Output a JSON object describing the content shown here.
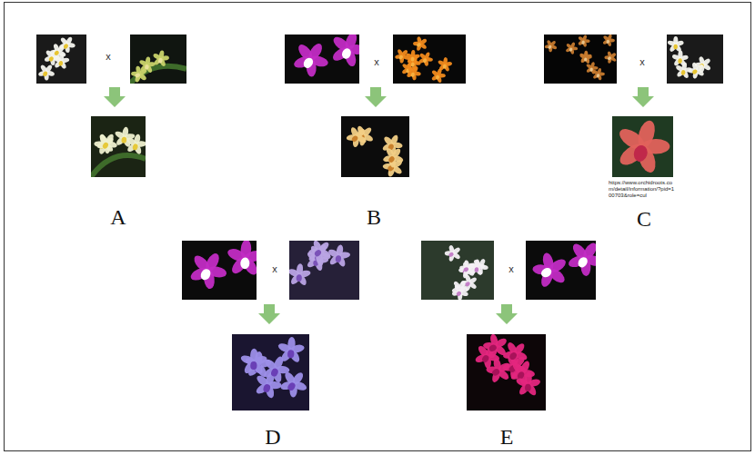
{
  "diagram": {
    "labels": [
      "x",
      "x",
      "x",
      "https://www.orchidroots.com/detail/information/?pid=100703&role=cul",
      "A",
      "B",
      "C",
      "x",
      "x",
      "D",
      "E"
    ]
  }
}
